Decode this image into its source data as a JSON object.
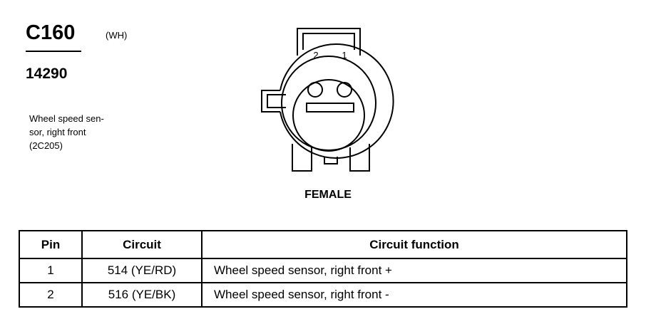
{
  "connector": {
    "id": "C160",
    "color": "(WH)",
    "part_number": "14290",
    "description": [
      "Wheel speed sen-",
      "sor, right front",
      "(2C205)"
    ],
    "pin_numbers": [
      "2",
      "1"
    ],
    "gender": "FEMALE"
  },
  "table": {
    "headers": [
      "Pin",
      "Circuit",
      "Circuit function"
    ],
    "rows": [
      {
        "pin": "1",
        "circuit": "514 (YE/RD)",
        "function": "Wheel speed sensor, right front +"
      },
      {
        "pin": "2",
        "circuit": "516 (YE/BK)",
        "function": "Wheel speed sensor, right front -"
      }
    ]
  }
}
